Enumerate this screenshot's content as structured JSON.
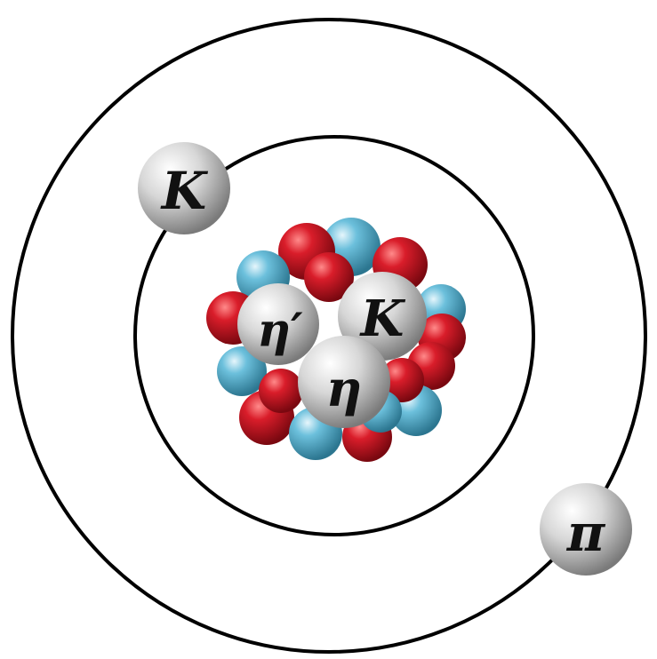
{
  "colors": {
    "orbit": "#000000",
    "proton": "#c8102e",
    "neutron": "#5fb3d3",
    "meson": "#c9c9c9",
    "background": "#ffffff"
  },
  "labels": {
    "outer_kaon": "K",
    "pion": "π",
    "eta_prime": "η′",
    "nucleus_kaon": "K",
    "eta": "η"
  }
}
